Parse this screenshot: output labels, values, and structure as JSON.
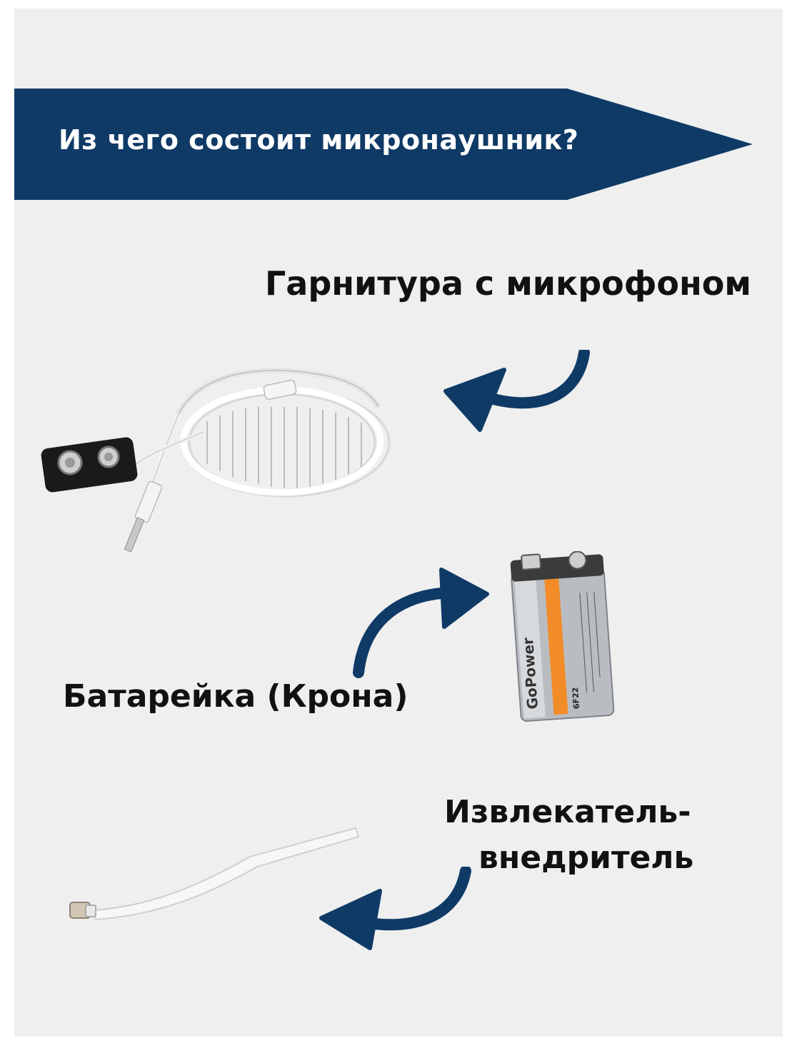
{
  "header": {
    "title": "Из чего состоит микронаушник?"
  },
  "items": {
    "headset_label": "Гарнитура с микрофоном",
    "battery_label": "Батарейка (Крона)",
    "extractor_label_line1": "Извлекатель-",
    "extractor_label_line2": "внедритель"
  },
  "battery": {
    "brand": "GoPower",
    "model": "6F22"
  },
  "colors": {
    "banner": "#0f3a66",
    "arrow": "#0f3a66",
    "background": "#efefef",
    "label_text": "#111111"
  },
  "icons": [
    "curved-arrow-left",
    "curved-arrow-right",
    "curved-arrow-left-bottom"
  ]
}
